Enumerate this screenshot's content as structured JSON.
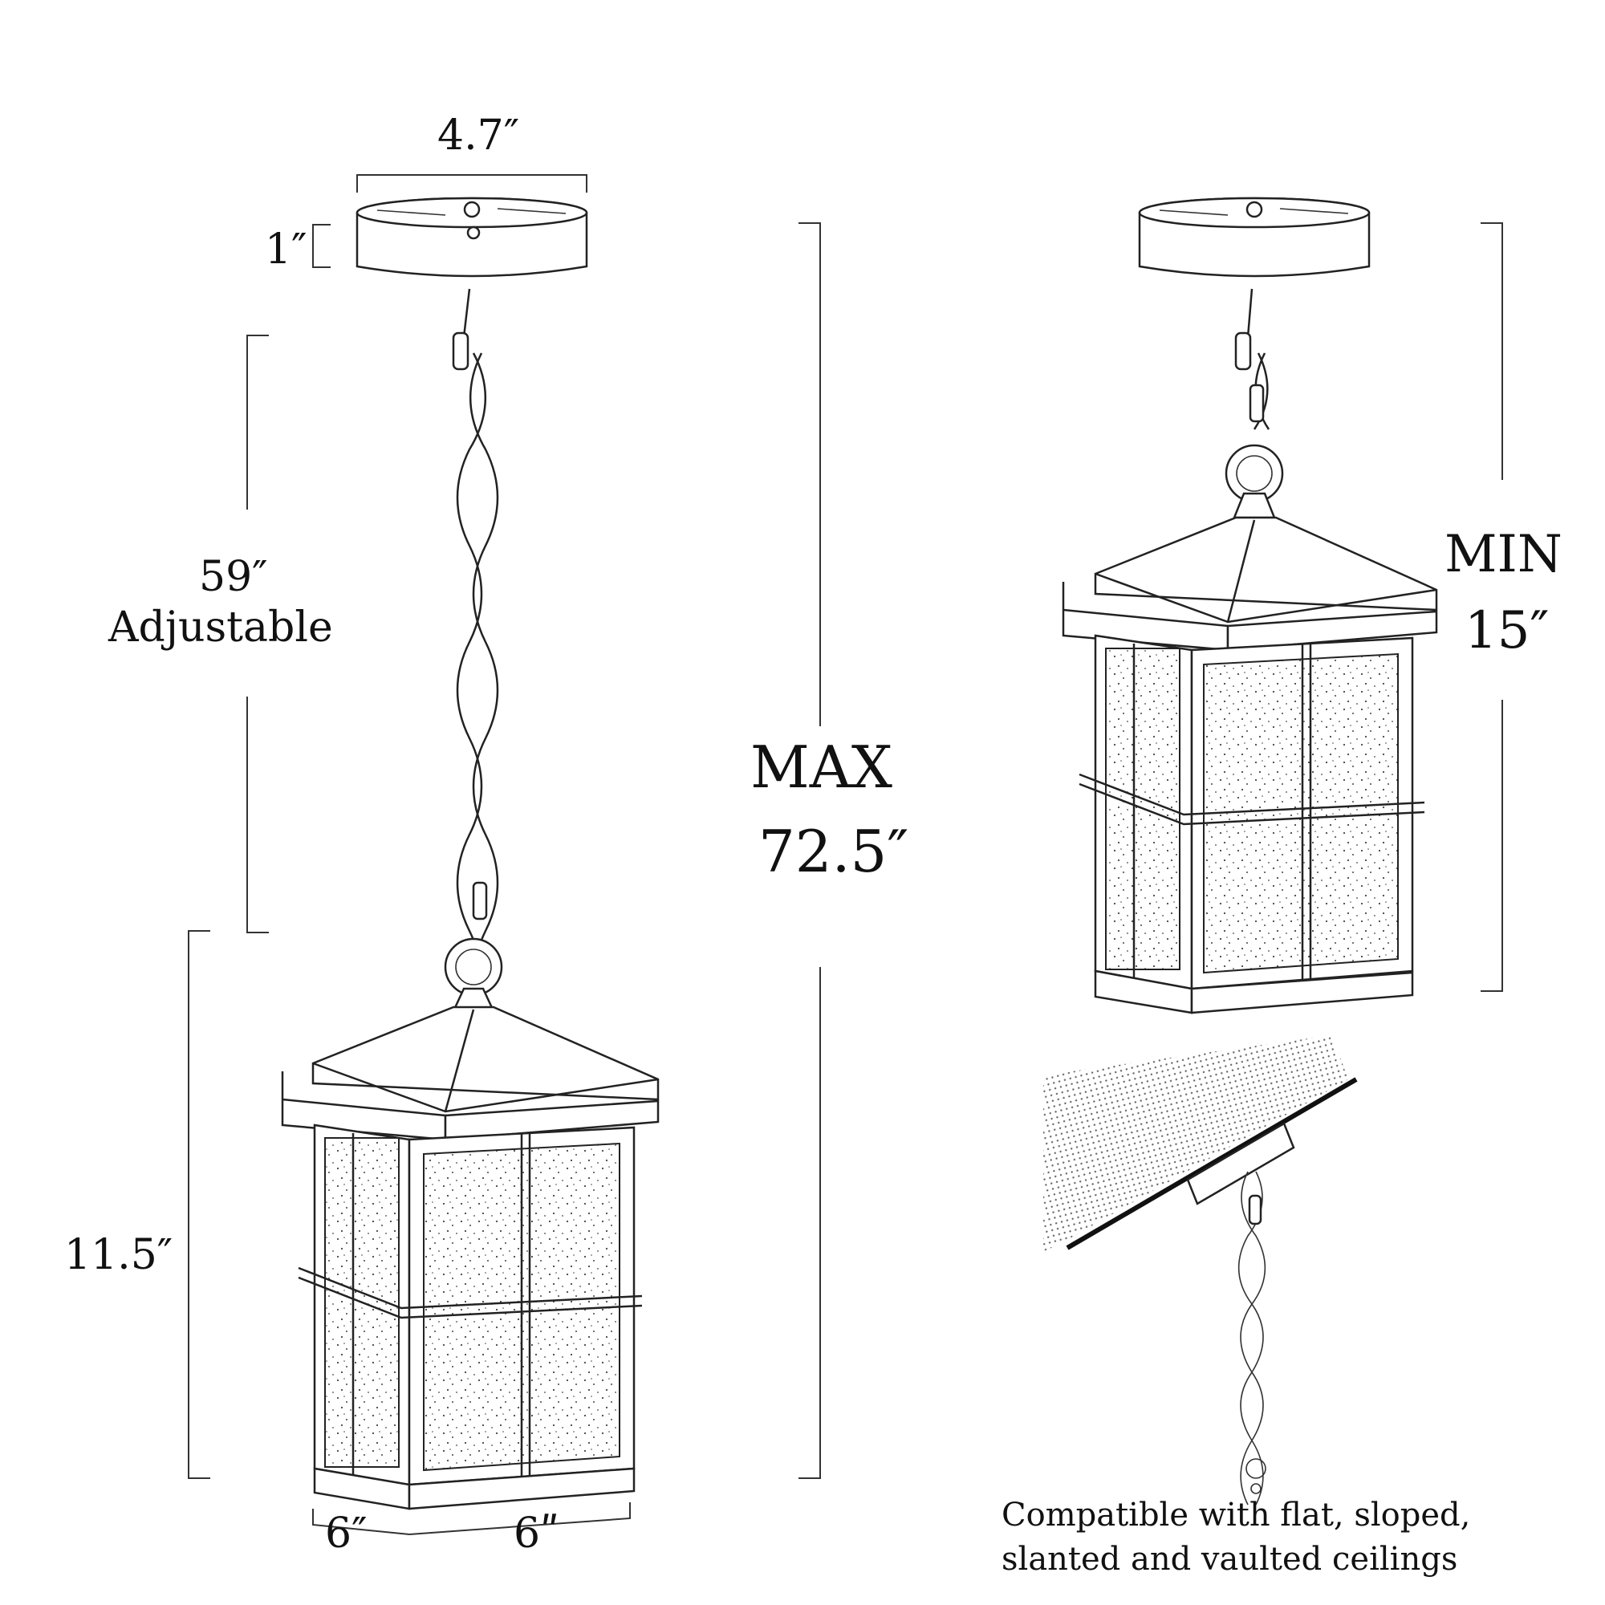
{
  "dimensions": {
    "canopy_width": "4.7″",
    "canopy_height": "1″",
    "chain_length": "59″",
    "chain_note": "Adjustable",
    "lantern_height": "11.5″",
    "max_label": "MAX",
    "max_value": "72.5″",
    "min_label": "MIN",
    "min_value": "15″",
    "base_width_left": "6″",
    "base_width_right": "6ʺ"
  },
  "notes": {
    "compat_line1": "Compatible with flat, sloped,",
    "compat_line2": "slanted and vaulted ceilings"
  },
  "colors": {
    "line": "#222222",
    "background": "#ffffff"
  }
}
